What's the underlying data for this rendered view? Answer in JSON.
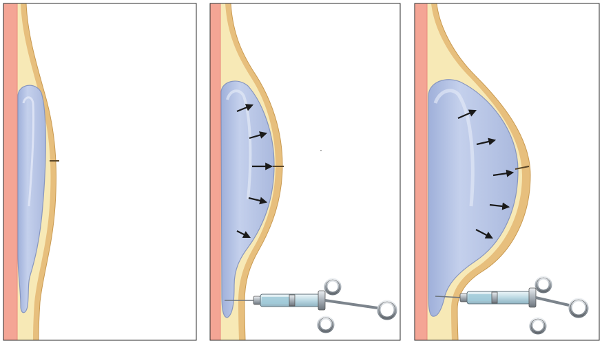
{
  "figure": {
    "panel_count": 3,
    "colors": {
      "frame": "#2b2b2b",
      "chest_wall": "#f4a595",
      "chest_wall_edge": "#e8897a",
      "fat_layer": "#f7e9b6",
      "skin": "#e7bf7d",
      "skin_edge": "#c99a52",
      "expander_fill": "#b9c7e6",
      "expander_edge": "#8796bf",
      "expander_highlight": "#e3e9f7",
      "arrow": "#1a1a1a",
      "marker": "#5a4526",
      "syringe_metal": "#9aa3ad",
      "syringe_barrel": "#cfe3ea",
      "syringe_fluid": "#9fc9d8"
    },
    "panels": [
      {
        "id": "deflated-expander",
        "stage": "before-fill",
        "has_syringe": false,
        "arrow_count": 0,
        "expansion_level": 0.0
      },
      {
        "id": "partial-expansion",
        "stage": "filling",
        "has_syringe": true,
        "arrow_count": 5,
        "expansion_level": 0.5
      },
      {
        "id": "full-expansion",
        "stage": "filled",
        "has_syringe": true,
        "arrow_count": 5,
        "expansion_level": 1.0
      }
    ]
  }
}
